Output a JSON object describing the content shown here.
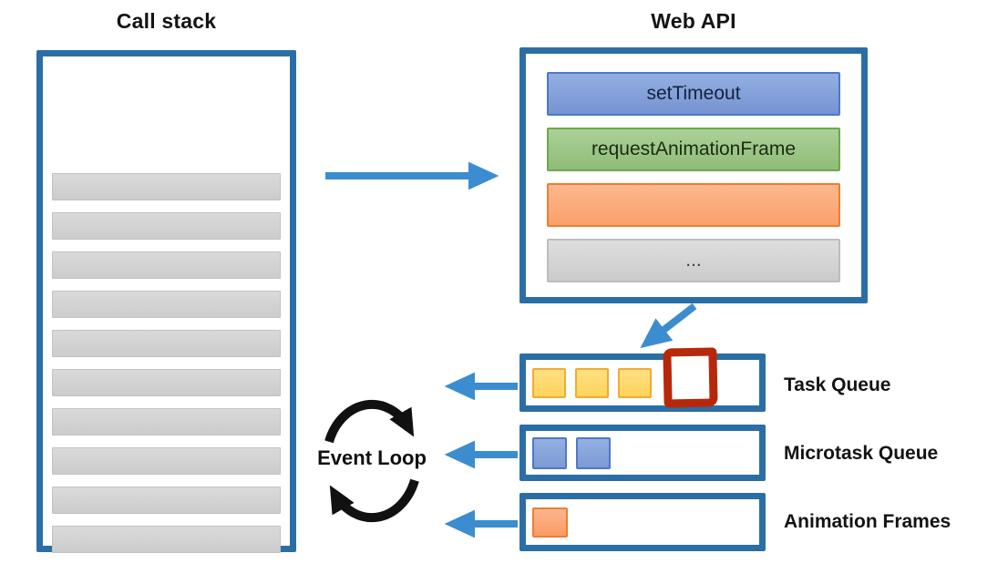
{
  "call_stack": {
    "title": "Call stack",
    "frame_count": 10
  },
  "web_api": {
    "title": "Web API",
    "items": [
      {
        "label": "setTimeout",
        "color": "blue"
      },
      {
        "label": "requestAnimationFrame",
        "color": "green"
      },
      {
        "label": "",
        "color": "orange"
      },
      {
        "label": "...",
        "color": "gray"
      }
    ]
  },
  "event_loop": {
    "label": "Event Loop"
  },
  "queues": [
    {
      "label": "Task Queue",
      "item_count": 3,
      "has_highlighted_empty_slot": true
    },
    {
      "label": "Microtask Queue",
      "item_count": 2
    },
    {
      "label": "Animation Frames",
      "item_count": 1
    }
  ],
  "colors": {
    "box_border_blue": "#2B6EA6",
    "arrow_blue": "#3C8DD0",
    "event_loop_black": "#111111",
    "settimeout_fill": "#8AA5DB",
    "raf_fill": "#9DC588",
    "webapi_orange_fill": "#FBAE7C",
    "webapi_gray_fill": "#D6D6D6",
    "task_item_yellow": "#FFD966",
    "microtask_item_blue": "#88A5DC",
    "animation_item_orange": "#FBA97B",
    "highlight_red": "#B7280B",
    "stack_frame_gray": "#D3D3D3"
  }
}
